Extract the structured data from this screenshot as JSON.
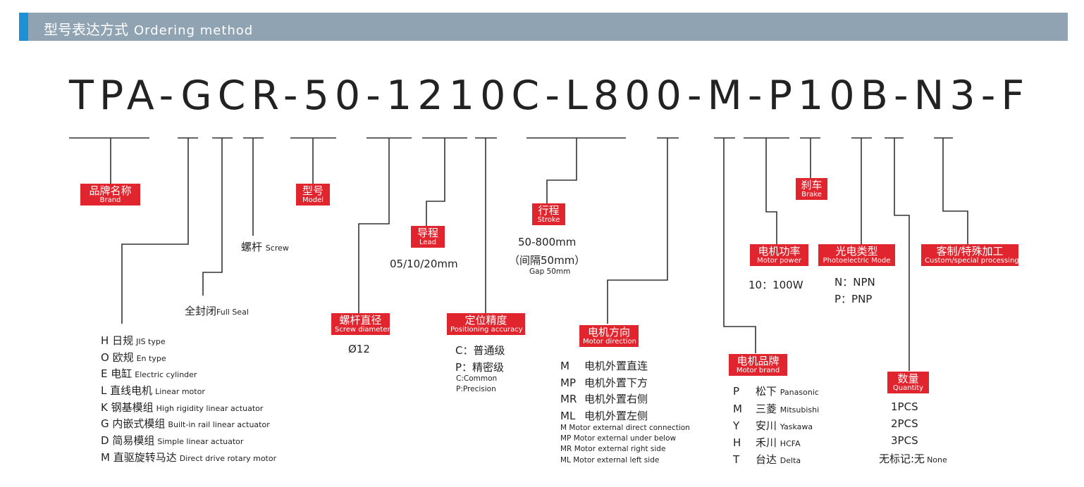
{
  "header": {
    "title_cn": "型号表达方式",
    "title_en": "Ordering method"
  },
  "code": "TPA-GCR-50-1210C-L800-M-P10B-N3-F",
  "colors": {
    "accent": "#e1252e",
    "header_bg": "#8fa3b3",
    "header_accent": "#1f8fd6"
  },
  "brand": {
    "cn": "品牌名称",
    "en": "Brand"
  },
  "screw": {
    "cn": "螺杆",
    "en": "Screw"
  },
  "full_seal": {
    "cn": "全封闭",
    "en": "Full Seal"
  },
  "model": {
    "cn": "型号",
    "en": "Model"
  },
  "screw_diameter": {
    "cn": "螺杆直径",
    "en": "Screw diameter",
    "value": "Ø12"
  },
  "lead": {
    "cn": "导程",
    "en": "Lead",
    "value": "05/10/20mm"
  },
  "positioning": {
    "cn": "定位精度",
    "en": "Positioning accuracy",
    "options": [
      "C：普通级",
      "P：精密级"
    ],
    "notes": [
      "C:Common",
      "P:Precision"
    ]
  },
  "stroke": {
    "cn": "行程",
    "en": "Stroke",
    "range": "50-800mm",
    "gap_cn": "（间隔50mm）",
    "gap_en": "Gap 50mm"
  },
  "motor_direction": {
    "cn": "电机方向",
    "en": "Motor direction",
    "options": [
      {
        "code": "M",
        "desc": "电机外置直连"
      },
      {
        "code": "MP",
        "desc": "电机外置下方"
      },
      {
        "code": "MR",
        "desc": "电机外置右侧"
      },
      {
        "code": "ML",
        "desc": "电机外置左侧"
      }
    ],
    "notes": [
      "M    Motor  external direct connection",
      "MP Motor external under below",
      "MR Motor external right side",
      "ML Motor external left side"
    ]
  },
  "motor_brand": {
    "cn": "电机品牌",
    "en": "Motor brand",
    "options": [
      {
        "code": "P",
        "cn": "松下",
        "en": "Panasonic"
      },
      {
        "code": "M",
        "cn": "三菱",
        "en": "Mitsubishi"
      },
      {
        "code": "Y",
        "cn": "安川",
        "en": "Yaskawa"
      },
      {
        "code": "H",
        "cn": "禾川",
        "en": "HCFA"
      },
      {
        "code": "T",
        "cn": "台达",
        "en": "Delta"
      }
    ]
  },
  "motor_power": {
    "cn": "电机功率",
    "en": "Motor power",
    "value": "10：100W"
  },
  "brake": {
    "cn": "刹车",
    "en": "Brake"
  },
  "photoelectric": {
    "cn": "光电类型",
    "en": "Photoelectric Mode",
    "options": [
      "N：NPN",
      "P：PNP"
    ]
  },
  "quantity": {
    "cn": "数量",
    "en": "Quantity",
    "options": [
      "1PCS",
      "2PCS",
      "3PCS"
    ],
    "none_cn": "无标记:无",
    "none_en": "None"
  },
  "custom": {
    "cn": "客制/特殊加工",
    "en": "Custom/special processing"
  },
  "types": [
    {
      "code": "H",
      "cn": "日规",
      "en": "JIS type"
    },
    {
      "code": "O",
      "cn": "欧规",
      "en": "En type"
    },
    {
      "code": "E",
      "cn": "电缸",
      "en": "Electric cylinder"
    },
    {
      "code": "L",
      "cn": "直线电机",
      "en": "Linear motor"
    },
    {
      "code": "K",
      "cn": "钢基模组",
      "en": "High rigidity linear actuator"
    },
    {
      "code": "G",
      "cn": "内嵌式模组",
      "en": "Built-in rail linear actuator"
    },
    {
      "code": "D",
      "cn": "简易模组",
      "en": "Simple linear actuator"
    },
    {
      "code": "M",
      "cn": "直驱旋转马达",
      "en": "Direct drive rotary motor"
    }
  ]
}
